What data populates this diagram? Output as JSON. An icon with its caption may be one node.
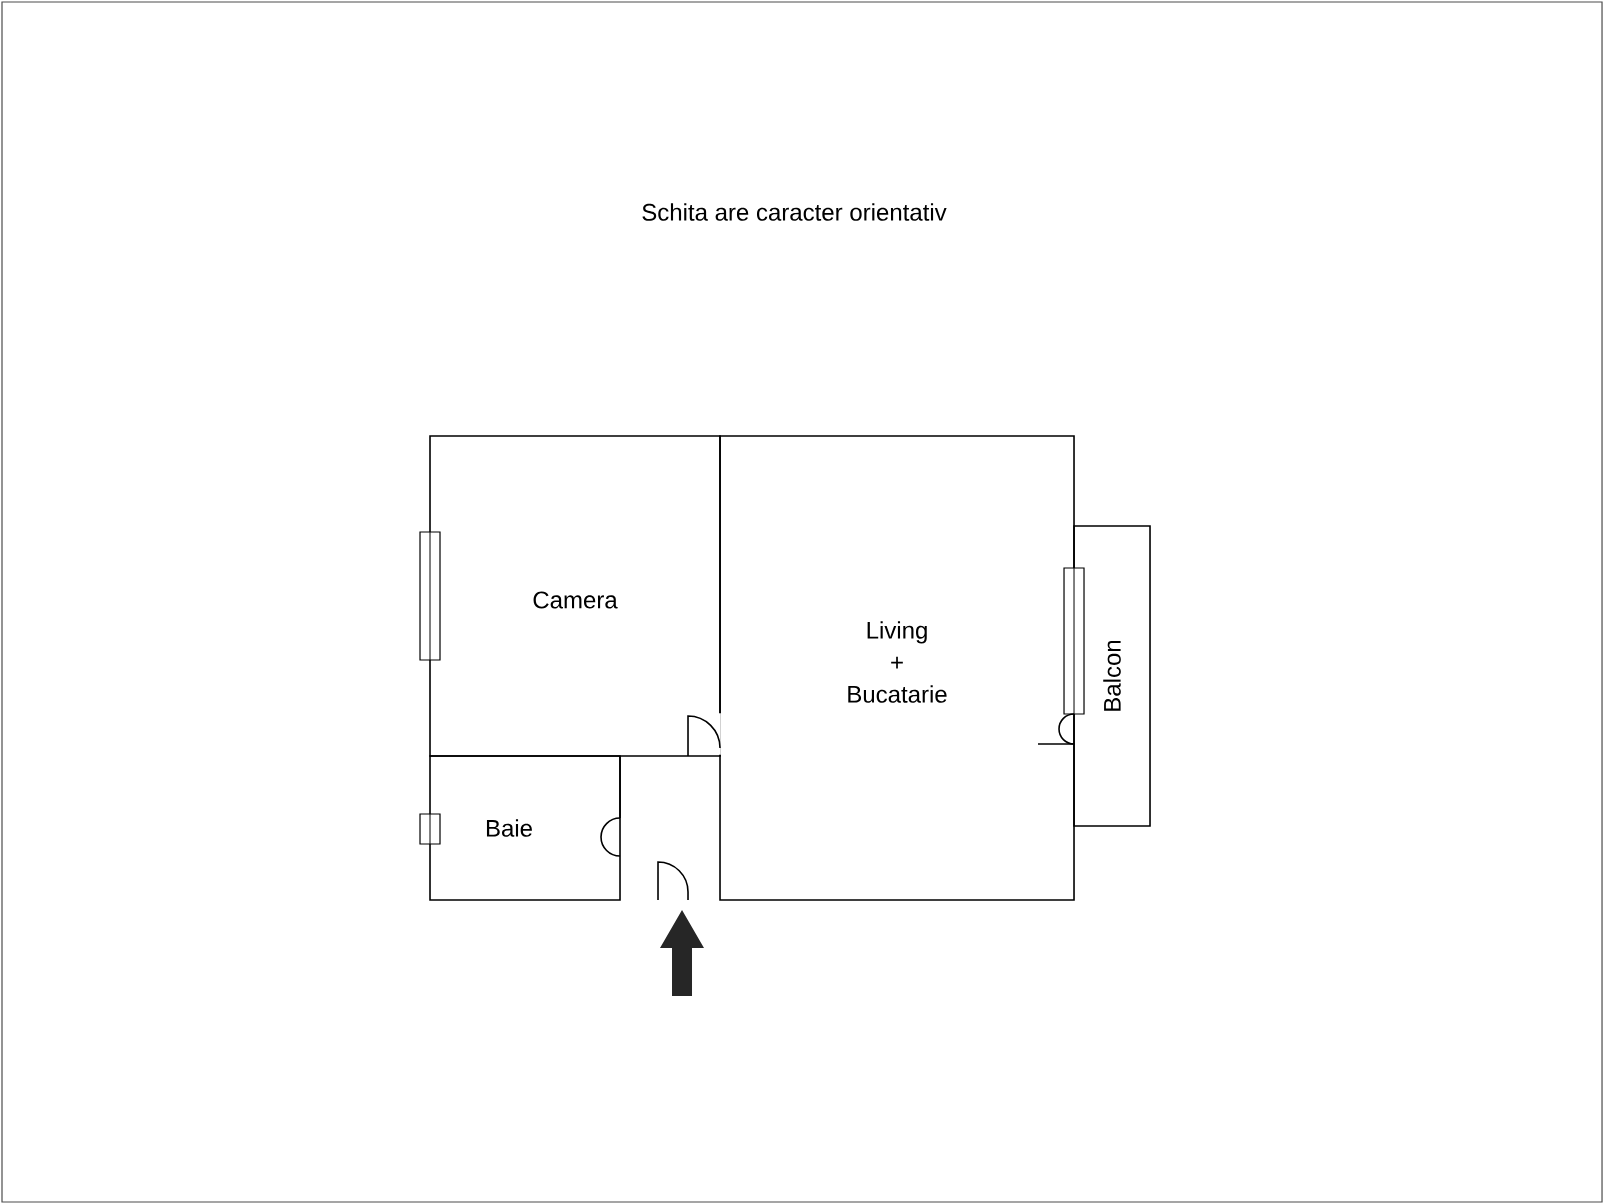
{
  "diagram": {
    "title": "Schita are caracter orientativ",
    "nodes": [
      {
        "text": [
          "Camera"
        ]
      },
      {
        "text": [
          "Living + Bucatarie"
        ]
      },
      {
        "text": [
          "Baie"
        ]
      },
      {
        "text": [
          "Balcon"
        ]
      }
    ]
  }
}
